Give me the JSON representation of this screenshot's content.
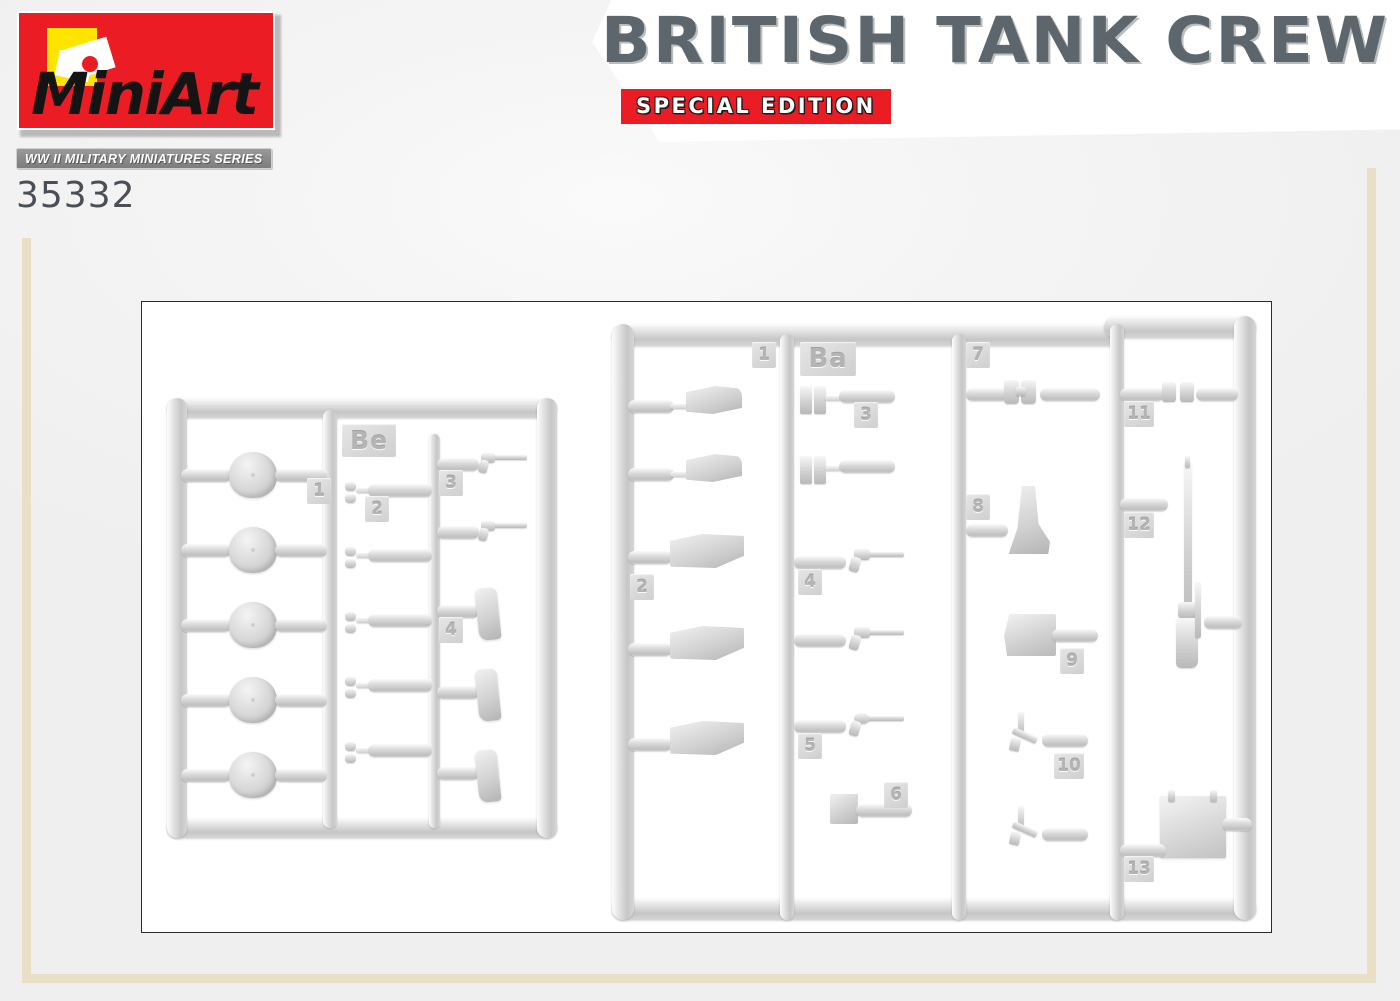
{
  "brand": {
    "logo_text": "MiniArt",
    "logo_red": "#ec1c24",
    "logo_yellow": "#ffe400"
  },
  "series_badge": "WW II MILITARY MINIATURES  SERIES",
  "kit_number": "35332",
  "title": {
    "main": "BRITISH TANK CREW",
    "edition": "SPECIAL EDITION",
    "main_color": "#5d666d",
    "edition_bg": "#ec1c24"
  },
  "accent_border_color": "#e8dfc6",
  "sprues": [
    {
      "id": "Be",
      "label": "Be",
      "position": "left",
      "parts": [
        {
          "number": "1",
          "name": "tank-crew-helmet",
          "count": 5
        },
        {
          "number": "2",
          "name": "goggles-small-part",
          "count": 5
        },
        {
          "number": "3",
          "name": "webley-revolver",
          "count": 2
        },
        {
          "number": "4",
          "name": "pistol-holster",
          "count": 3
        }
      ]
    },
    {
      "id": "Ba",
      "label": "Ba",
      "position": "right",
      "parts": [
        {
          "number": "1",
          "name": "holster-flap",
          "count": 2
        },
        {
          "number": "2",
          "name": "pistol-holster-large",
          "count": 3
        },
        {
          "number": "3",
          "name": "ammo-pouch",
          "count": 2
        },
        {
          "number": "4",
          "name": "webley-revolver",
          "count": 2
        },
        {
          "number": "5",
          "name": "revolver-open-frame",
          "count": 1
        },
        {
          "number": "6",
          "name": "radio-box",
          "count": 1
        },
        {
          "number": "7",
          "name": "binoculars",
          "count": 2
        },
        {
          "number": "8",
          "name": "boot-legging",
          "count": 1
        },
        {
          "number": "9",
          "name": "canteen-pouch",
          "count": 1
        },
        {
          "number": "10",
          "name": "sten-submachine-gun",
          "count": 2
        },
        {
          "number": "11",
          "name": "binocular-case",
          "count": 1
        },
        {
          "number": "12",
          "name": "lee-enfield-rifle",
          "count": 1
        },
        {
          "number": "13",
          "name": "map-case",
          "count": 1
        }
      ]
    }
  ]
}
